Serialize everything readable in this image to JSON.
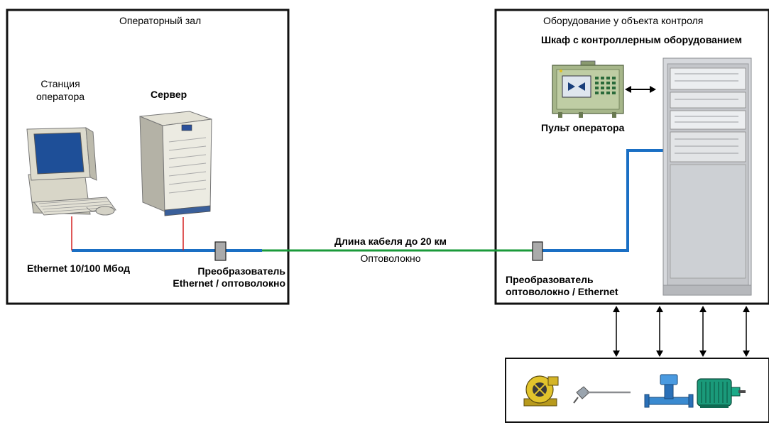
{
  "operator_room": {
    "title": "Операторный зал",
    "station_label_line1": "Станция",
    "station_label_line2": "оператора",
    "server_label": "Сервер",
    "ethernet_label": "Ethernet 10/100 Мбод",
    "converter_label_line1": "Преобразователь",
    "converter_label_line2": "Ethernet / оптоволокно"
  },
  "link": {
    "cable_length_label": "Длина кабеля до 20 км",
    "fiber_label": "Оптоволокно"
  },
  "field_equipment": {
    "title": "Оборудование у объекта контроля",
    "cabinet_label": "Шкаф с контроллерным оборудованием",
    "panel_label": "Пульт оператора",
    "converter_label_line1": "Преобразователь",
    "converter_label_line2": "оптоволокно / Ethernet"
  },
  "devices": {
    "icons": [
      "pump-icon",
      "temperature-sensor-icon",
      "flow-meter-icon",
      "electric-motor-icon"
    ]
  },
  "colors": {
    "ethernet_line": "#1a6fc4",
    "fiber_line": "#1a9a3a",
    "power_line": "#d42020",
    "frame": "#111111"
  }
}
